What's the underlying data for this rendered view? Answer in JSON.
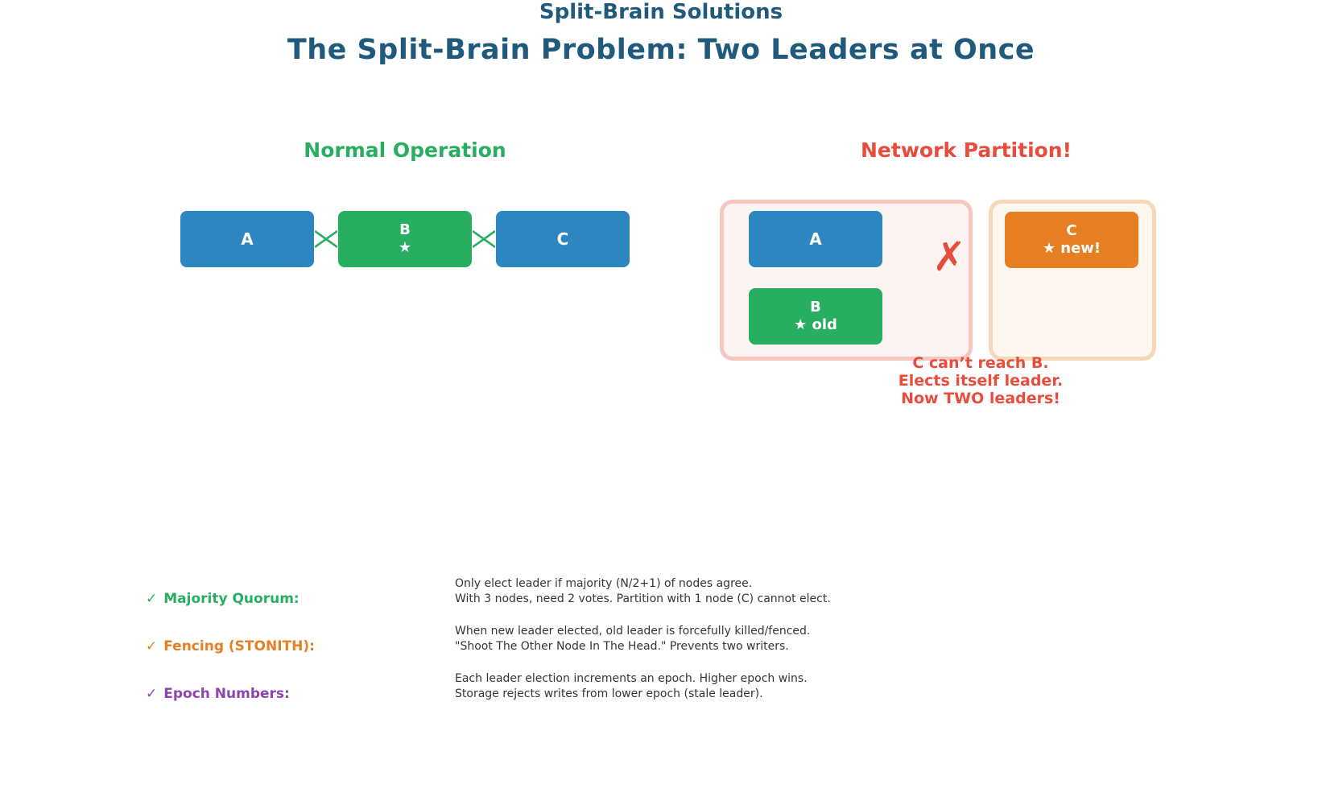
{
  "title": "The Split-Brain Problem: Two Leaders at Once",
  "normal": {
    "heading": "Normal Operation",
    "nodes": [
      {
        "label": "A",
        "role": "follower"
      },
      {
        "label": "B",
        "sub": "★",
        "role": "leader"
      },
      {
        "label": "C",
        "role": "follower"
      }
    ]
  },
  "partition": {
    "heading": "Network Partition!",
    "left_group": {
      "nodes": [
        {
          "label": "A",
          "role": "follower"
        },
        {
          "label": "B",
          "sub": "★ old",
          "role": "old-leader"
        }
      ]
    },
    "right_group": {
      "nodes": [
        {
          "label": "C",
          "sub": "★ new!",
          "role": "new-leader"
        }
      ]
    },
    "cut_icon": "✗",
    "caption_lines": [
      "C can’t reach B.",
      "Elects itself leader.",
      "Now TWO leaders!"
    ]
  },
  "solutions": {
    "heading": "Split-Brain Solutions",
    "items": [
      {
        "check": "✓",
        "label": "Majority Quorum:",
        "color": "#27ae60",
        "desc_lines": [
          "Only elect leader if majority (N/2+1) of nodes agree.",
          "With 3 nodes, need 2 votes. Partition with 1 node (C) cannot elect."
        ]
      },
      {
        "check": "✓",
        "label": "Fencing (STONITH):",
        "color": "#e67e22",
        "desc_lines": [
          "When new leader elected, old leader is forcefully killed/fenced.",
          "\"Shoot The Other Node In The Head.\" Prevents two writers."
        ]
      },
      {
        "check": "✓",
        "label": "Epoch Numbers:",
        "color": "#8e44ad",
        "desc_lines": [
          "Each leader election increments an epoch. Higher epoch wins.",
          "Storage rejects writes from lower epoch (stale leader)."
        ]
      }
    ]
  },
  "colors": {
    "heading_blue": "#1f5a7c",
    "node_blue": "#2e86c1",
    "node_green": "#27ae60",
    "node_orange": "#e67e22",
    "alert_red": "#e74c3c",
    "purple": "#8e44ad",
    "pink_border": "#f6c6bf",
    "pink_fill": "#fcf4f1",
    "orange_border": "#f6d8b8",
    "orange_fill": "#fdf7f0"
  }
}
